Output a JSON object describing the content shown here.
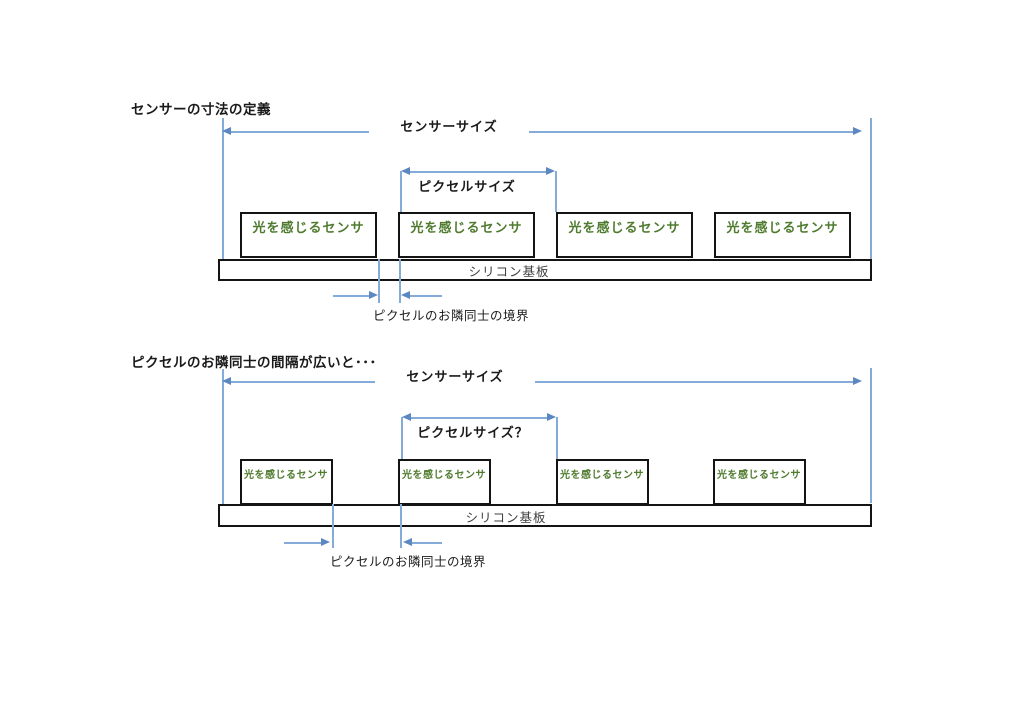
{
  "colors": {
    "dimension_line_blue": "#85abd8",
    "arrowhead_blue": "#5b88c0",
    "sensor_text_green": "#4f7b2f",
    "substrate_text_gray": "#3f3f3f",
    "box_border_black": "#141414"
  },
  "diagram1": {
    "title": "センサーの寸法の定義",
    "sensor_size_label": "センサーサイズ",
    "pixel_size_label": "ピクセルサイズ",
    "sensor_box_label": "光を感じるセンサ",
    "substrate_label": "シリコン基板",
    "boundary_label": "ピクセルのお隣同士の境界"
  },
  "diagram2": {
    "title": "ピクセルのお隣同士の間隔が広いと･･･",
    "sensor_size_label": "センサーサイズ",
    "pixel_size_label": "ピクセルサイズ？",
    "sensor_box_label": "光を感じるセンサ",
    "substrate_label": "シリコン基板",
    "boundary_label": "ピクセルのお隣同士の境界"
  }
}
